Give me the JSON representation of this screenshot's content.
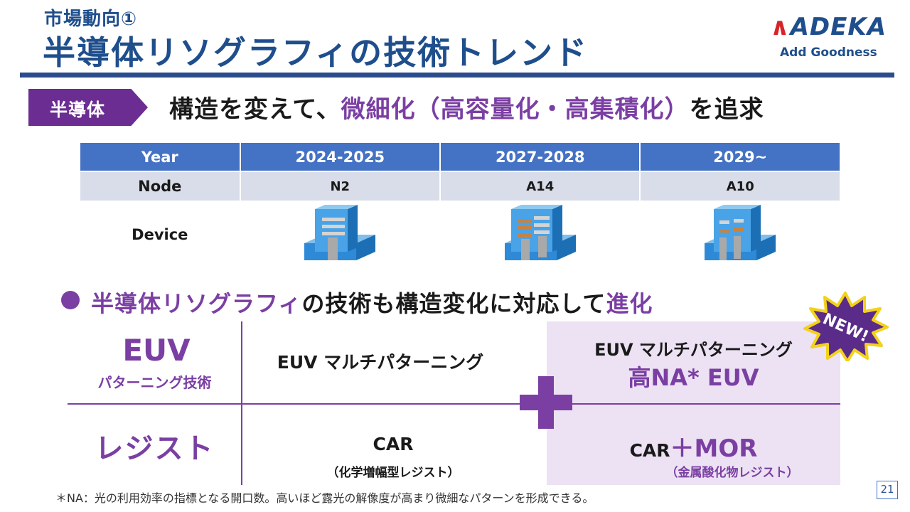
{
  "header": {
    "subtitle": "市場動向①",
    "title": "半導体リソグラフィの技術トレンド",
    "logo": {
      "brand": "ADEKA",
      "tagline": "Add Goodness"
    }
  },
  "tag": {
    "label": "半導体",
    "headline_pre": "構造を変えて、",
    "headline_hl": "微細化（高容量化・高集積化）",
    "headline_post": "を追求"
  },
  "table": {
    "headers": [
      "Year",
      "2024-2025",
      "2027-2028",
      "2029~"
    ],
    "node_label": "Node",
    "nodes": [
      "N2",
      "A14",
      "A10"
    ],
    "device_label": "Device",
    "device_icons": [
      "transistor-n2-icon",
      "transistor-a14-icon",
      "transistor-a10-icon"
    ]
  },
  "bullet": {
    "hl1": "半導体リソグラフィ",
    "mid": "の技術も構造変化に対応して",
    "hl2": "進化"
  },
  "matrix": {
    "row1_title": "EUV",
    "row1_sub": "パターニング技術",
    "row2_title": "レジスト",
    "mid_top": "EUV マルチパターニング",
    "mid_car": "CAR",
    "mid_car_sub": "（化学増幅型レジスト）",
    "right_top": "EUV マルチパターニング",
    "right_na": "高NA* EUV",
    "right_car": "CAR",
    "right_mor": "＋MOR",
    "right_car_sub": "（金属酸化物レジスト）",
    "new_badge": "NEW!"
  },
  "footnote": "＊NA：光の利用効率の指標となる開口数。高いほど露光の解像度が高まり微細なパターンを形成できる。",
  "page_number": "21",
  "colors": {
    "title_blue": "#1f4e8c",
    "accent_purple": "#7b3fa3",
    "table_blue": "#4472c4",
    "table_row": "#d9dde9",
    "highlight_box": "#ece2f3",
    "badge_yellow": "#f2d21b",
    "badge_purple": "#5b2b8a"
  }
}
